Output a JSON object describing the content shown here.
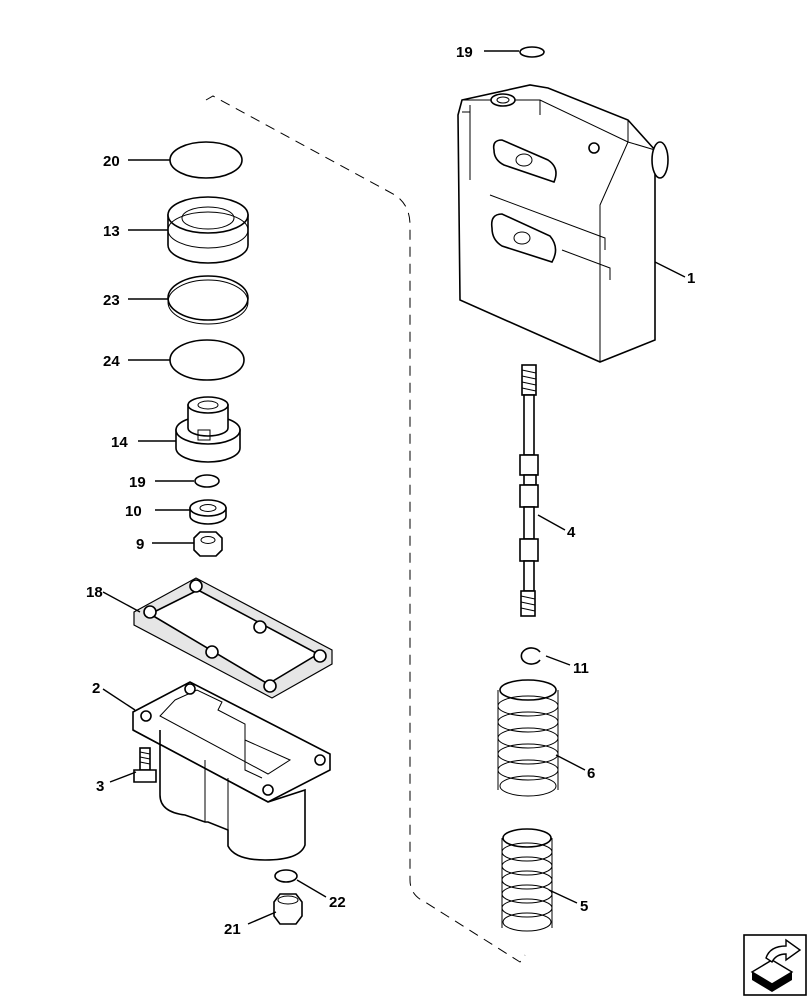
{
  "labels": {
    "l19a": "19",
    "l20": "20",
    "l13": "13",
    "l23": "23",
    "l24": "24",
    "l14": "14",
    "l19b": "19",
    "l10": "10",
    "l9": "9",
    "l18": "18",
    "l2": "2",
    "l3": "3",
    "l21": "21",
    "l22": "22",
    "l1": "1",
    "l4": "4",
    "l11": "11",
    "l6": "6",
    "l5": "5"
  },
  "icons": {
    "nav": "arrow-box-icon"
  }
}
